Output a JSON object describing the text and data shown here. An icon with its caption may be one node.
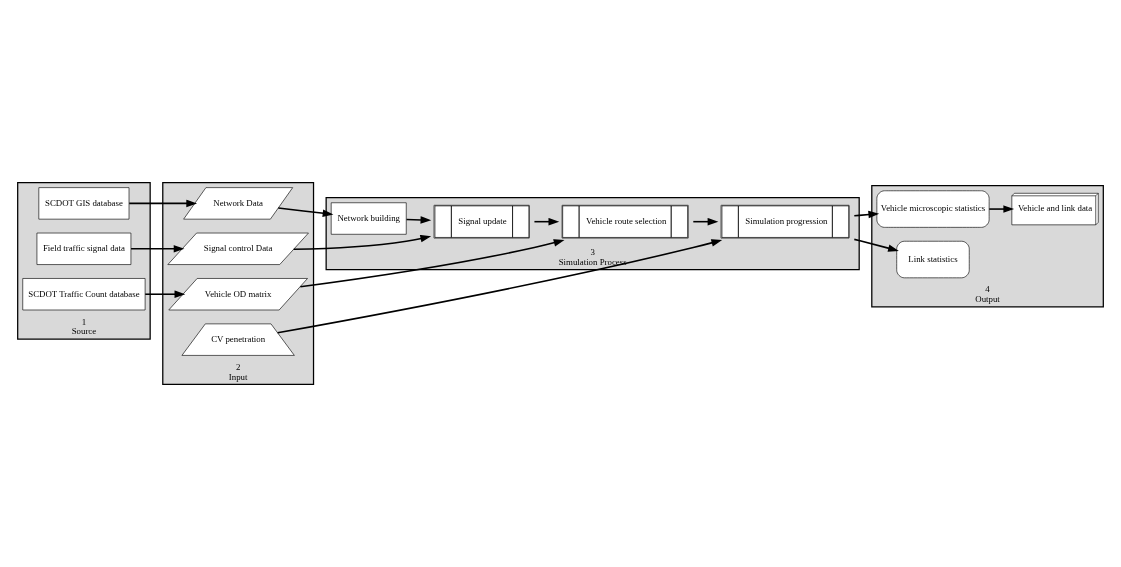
{
  "diagram": {
    "nodes": [
      {
        "text": [
          "1",
          "Source"
        ]
      },
      {
        "text": [
          "SCDOT GIS database"
        ],
        "in": 0
      },
      {
        "text": [
          "Field traffic signal data"
        ],
        "in": 0
      },
      {
        "text": [
          "SCDOT Traffic Count database"
        ],
        "in": 0
      },
      {
        "text": [
          "2",
          "Input"
        ]
      },
      {
        "text": [
          "Network Data"
        ],
        "in": 4
      },
      {
        "text": [
          "Signal control Data"
        ],
        "in": 4
      },
      {
        "text": [
          "Vehicle OD matrix"
        ],
        "in": 4
      },
      {
        "text": [
          "CV penetration"
        ],
        "in": 4
      },
      {
        "text": [
          "3",
          "Simulation Process"
        ]
      },
      {
        "text": [
          "Network building"
        ],
        "in": 9
      },
      {
        "text": [
          "Signal update"
        ],
        "in": 9
      },
      {
        "text": [
          "Vehicle route selection"
        ],
        "in": 9
      },
      {
        "text": [
          "Simulation progression"
        ],
        "in": 9
      },
      {
        "text": [
          "4",
          "Output"
        ]
      },
      {
        "text": [
          "Vehicle microscopic statistics"
        ],
        "in": 14
      },
      {
        "text": [
          "Link statistics"
        ],
        "in": 14
      },
      {
        "text": [
          "Vehicle and link data"
        ],
        "in": 14
      }
    ],
    "edges": [
      {
        "from": 1,
        "to": 5,
        "arrow": "to"
      },
      {
        "from": 2,
        "to": 6,
        "arrow": "to"
      },
      {
        "from": 3,
        "to": 7,
        "arrow": "to"
      },
      {
        "from": 5,
        "to": 10,
        "arrow": "to"
      },
      {
        "from": 6,
        "to": 11,
        "arrow": "to"
      },
      {
        "from": 7,
        "to": 12,
        "arrow": "to"
      },
      {
        "from": 8,
        "to": 13,
        "arrow": "to"
      },
      {
        "from": 10,
        "to": 11,
        "arrow": "to"
      },
      {
        "from": 11,
        "to": 12,
        "arrow": "to"
      },
      {
        "from": 12,
        "to": 13,
        "arrow": "to"
      },
      {
        "from": 13,
        "to": 15,
        "arrow": "to"
      },
      {
        "from": 13,
        "to": 16,
        "arrow": "to"
      },
      {
        "from": 15,
        "to": 17,
        "arrow": "to"
      }
    ]
  }
}
